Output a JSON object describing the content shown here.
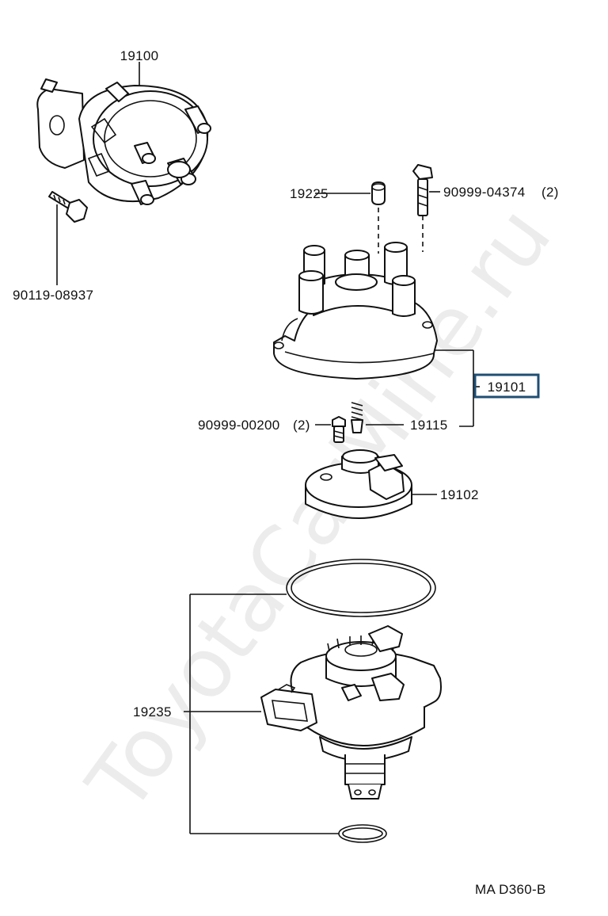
{
  "watermark": "ToyotaCarMine.ru",
  "footer_code": "MA D360-B",
  "parts": {
    "distributor_assy": "19100",
    "bolt": "90119-08937",
    "cap_bushing": "19225",
    "cap_screw": "90999-04374",
    "cap_screw_qty": "(2)",
    "distributor_cap": "19101",
    "rotor_screw": "90999-00200",
    "rotor_screw_qty": "(2)",
    "center_electrode": "19115",
    "rotor": "19102",
    "housing_assy": "19235"
  },
  "colors": {
    "line": "#111111",
    "highlight_box": "#1f4f73",
    "watermark": "#ececec"
  }
}
